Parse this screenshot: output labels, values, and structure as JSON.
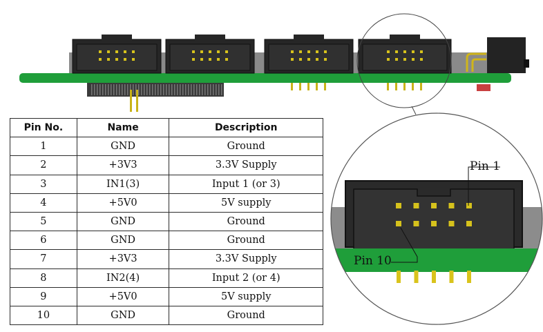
{
  "table": {
    "headers": [
      "Pin No.",
      "Name",
      "Description"
    ],
    "rows": [
      {
        "pin": "1",
        "name": "GND",
        "desc": "Ground"
      },
      {
        "pin": "2",
        "name": "+3V3",
        "desc": "3.3V Supply"
      },
      {
        "pin": "3",
        "name": "IN1(3)",
        "desc": "Input 1 (or 3)"
      },
      {
        "pin": "4",
        "name": "+5V0",
        "desc": "5V supply"
      },
      {
        "pin": "5",
        "name": "GND",
        "desc": "Ground"
      },
      {
        "pin": "6",
        "name": "GND",
        "desc": "Ground"
      },
      {
        "pin": "7",
        "name": "+3V3",
        "desc": "3.3V Supply"
      },
      {
        "pin": "8",
        "name": "IN2(4)",
        "desc": "Input 2 (or 4)"
      },
      {
        "pin": "9",
        "name": "+5V0",
        "desc": "5V supply"
      },
      {
        "pin": "10",
        "name": "GND",
        "desc": "Ground"
      }
    ]
  },
  "callouts": {
    "pin1": "Pin 1",
    "pin10": "Pin 10"
  },
  "colors": {
    "pcb": "#1f9e3a",
    "connector": "#2b2b2b",
    "pin": "#d6c21c"
  }
}
